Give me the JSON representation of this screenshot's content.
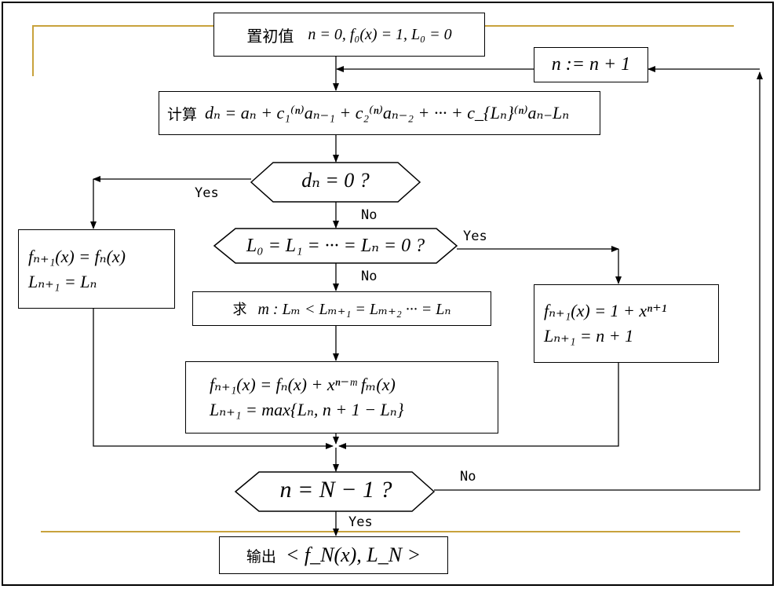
{
  "init_box": {
    "label": "置初值",
    "formula": "n = 0, f₀(x) = 1, L₀ = 0"
  },
  "increment_box": {
    "formula": "n := n + 1"
  },
  "compute_box": {
    "label": "计算",
    "formula": "dₙ = aₙ + c₁⁽ⁿ⁾aₙ₋₁ + c₂⁽ⁿ⁾aₙ₋₂ + ··· + c_{Lₙ}⁽ⁿ⁾aₙ₋Lₙ"
  },
  "decision1": {
    "text": "dₙ = 0 ?",
    "yes": "Yes",
    "no": "No"
  },
  "decision2": {
    "text": "L₀ = L₁ = ··· = Lₙ = 0 ?",
    "yes": "Yes",
    "no": "No"
  },
  "left_box": {
    "line1": "fₙ₊₁(x) = fₙ(x)",
    "line2": "Lₙ₊₁ = Lₙ"
  },
  "find_box": {
    "label": "求",
    "formula": "m : Lₘ < Lₘ₊₁ = Lₘ₊₂ ··· = Lₙ"
  },
  "update_box": {
    "line1": "fₙ₊₁(x) = fₙ(x) + xⁿ⁻ᵐ fₘ(x)",
    "line2": "Lₙ₊₁ = max{Lₙ, n + 1 − Lₙ}"
  },
  "right_box": {
    "line1": "fₙ₊₁(x) = 1 + xⁿ⁺¹",
    "line2": "Lₙ₊₁ = n + 1"
  },
  "decision3": {
    "text": "n = N − 1 ?",
    "yes": "Yes",
    "no": "No"
  },
  "output_box": {
    "label": "输出",
    "formula": "< f_N(x), L_N >"
  },
  "colors": {
    "accent_line": "#C8A23C",
    "stroke": "#000000"
  }
}
